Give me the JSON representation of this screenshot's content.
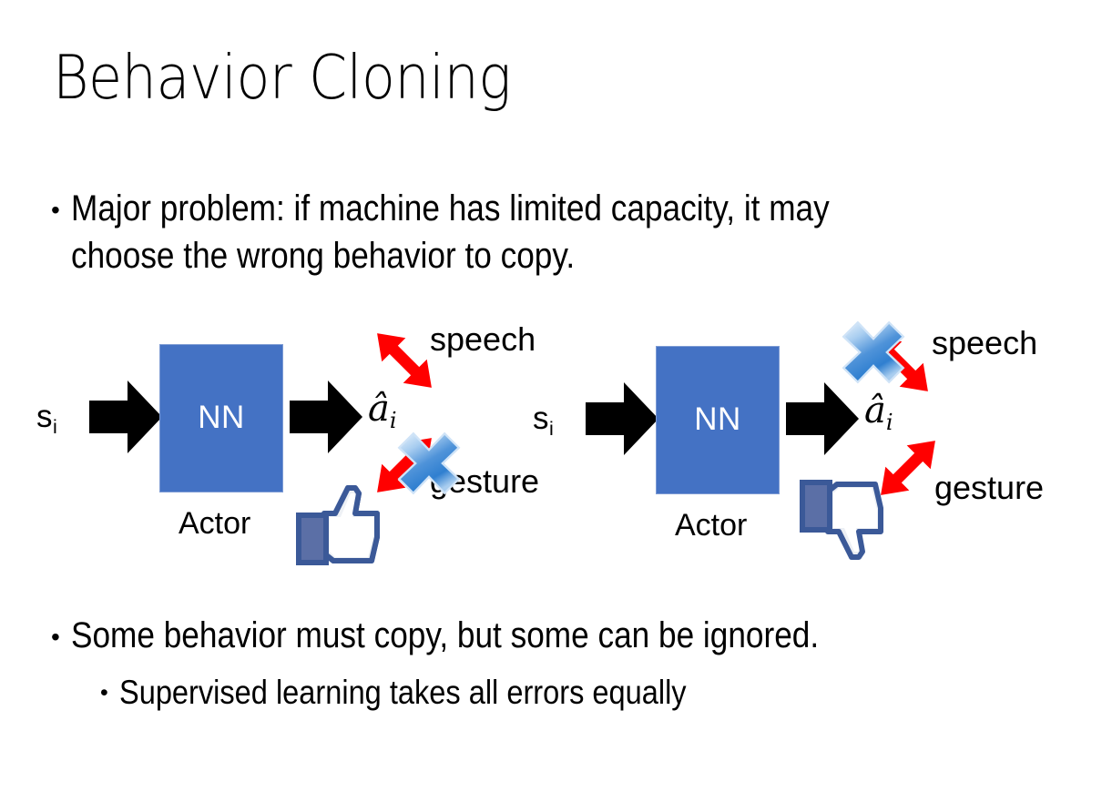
{
  "slide": {
    "title": "Behavior Cloning",
    "background_color": "#ffffff",
    "bullets": [
      {
        "marker": "•",
        "text": "Major problem: if machine has limited capacity, it may choose the wrong behavior to copy.",
        "level": 1
      },
      {
        "marker": "•",
        "text": "Some behavior must copy, but some can be ignored.",
        "level": 1
      },
      {
        "marker": "•",
        "text": "Supervised learning takes all errors equally",
        "level": 2
      }
    ]
  },
  "colors": {
    "nn_box_blue": "#4472C4",
    "arrow_black": "#000000",
    "red_arrow": "#FF0000",
    "x_mark_blue": "#5B9BD5",
    "thumb_outline": "#3B5998",
    "text_black": "#000000"
  },
  "diagrams": [
    {
      "id": "left-diagram",
      "state_label": "s",
      "state_sub": "i",
      "box_label": "NN",
      "box_caption": "Actor",
      "action_label": "â",
      "action_sub": "i",
      "output_top": "speech",
      "output_bottom": "gesture",
      "feedback_icon": "thumbs-up-icon",
      "crossed_out_output": "gesture"
    },
    {
      "id": "right-diagram",
      "state_label": "s",
      "state_sub": "i",
      "box_label": "NN",
      "box_caption": "Actor",
      "action_label": "â",
      "action_sub": "i",
      "output_top": "speech",
      "output_bottom": "gesture",
      "feedback_icon": "thumbs-down-icon",
      "crossed_out_output": "speech"
    }
  ]
}
